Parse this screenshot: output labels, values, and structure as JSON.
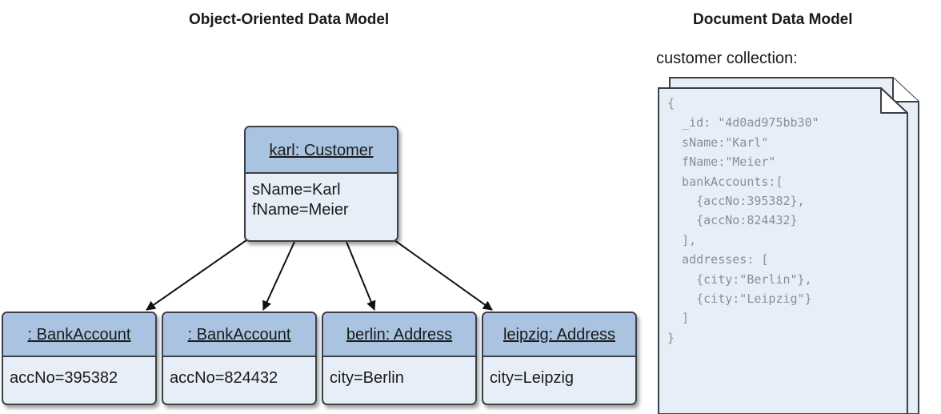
{
  "titles": {
    "object_model": "Object-Oriented Data Model",
    "document_model": "Document Data Model"
  },
  "objects": {
    "karl": {
      "header": "karl: Customer",
      "attrs": [
        "sName=Karl",
        "fName=Meier"
      ]
    },
    "bank1": {
      "header": ": BankAccount",
      "attrs": [
        "accNo=395382"
      ]
    },
    "bank2": {
      "header": ": BankAccount",
      "attrs": [
        "accNo=824432"
      ]
    },
    "berlin": {
      "header": "berlin: Address",
      "attrs": [
        "city=Berlin"
      ]
    },
    "leipzig": {
      "header": "leipzig: Address",
      "attrs": [
        "city=Leipzig"
      ]
    }
  },
  "document": {
    "collection_label": "customer collection:",
    "lines": [
      "{",
      "  _id: \"4d0ad975bb30\"",
      "  sName:\"Karl\"",
      "  fName:\"Meier\"",
      "  bankAccounts:[",
      "    {accNo:395382},",
      "    {accNo:824432}",
      "  ],",
      "  addresses: [",
      "    {city:\"Berlin\"},",
      "    {city:\"Leipzig\"}",
      "  ]",
      "}"
    ]
  }
}
